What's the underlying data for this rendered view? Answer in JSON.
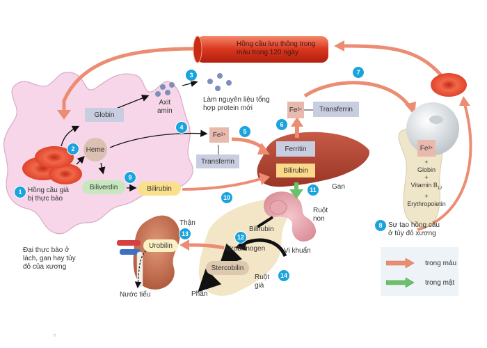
{
  "title": "Chu trình hồng cầu và chuyển hóa hemoglobin",
  "vessel": {
    "label_line1": "Hồng cầu lưu thông trong",
    "label_line2": "máu trong 120 ngày"
  },
  "steps": [
    "1",
    "2",
    "3",
    "4",
    "5",
    "6",
    "7",
    "8",
    "9",
    "10",
    "11",
    "12",
    "13",
    "14"
  ],
  "macrophage": {
    "step1_line1": "Hồng cầu già",
    "step1_line2": "bị thực bào",
    "globin": "Globin",
    "heme": "Heme",
    "biliverdin": "Biliverdin",
    "bilirubin": "Bilirubin",
    "amino_line1": "Axit",
    "amino_line2": "amin",
    "caption_line1": "Đại thực bào ở",
    "caption_line2": "lách, gan hay tủy",
    "caption_line3": "đỏ của xương"
  },
  "protein": {
    "line1": "Làm nguyên liệu tổng",
    "line2": "hợp protein mới"
  },
  "iron": {
    "fe": "Fe",
    "fe_charge": "3+",
    "transferrin": "Transferrin"
  },
  "liver": {
    "label": "Gan",
    "ferritin": "Ferritin",
    "bilirubin": "Bilirubin",
    "fe": "Fe",
    "fe_charge": "3+",
    "transferrin": "Transferrin"
  },
  "bone_marrow": {
    "fe": "Fe",
    "fe_charge": "3+",
    "plus": "+",
    "globin": "Globin",
    "vitamin": "Vitamin B",
    "vitamin_sub": "12",
    "epo": "Erythropoietin",
    "caption_line1": "Sự tạo hồng cầu",
    "caption_line2": "ở tủy đỏ xương"
  },
  "intestine": {
    "small_line1": "Ruột",
    "small_line2": "non",
    "bilirubin": "Bilirubin",
    "urobilinogen": "Urobilinogen",
    "bacteria": "Vi khuẩn",
    "stercobilin": "Stercobilin",
    "large_line1": "Ruột",
    "large_line2": "già",
    "feces": "Phân"
  },
  "kidney": {
    "label": "Thận",
    "urobilin": "Urobilin",
    "urine": "Nước tiểu"
  },
  "legend": {
    "items": [
      {
        "label": "trong máu",
        "color": "#ec8c72"
      },
      {
        "label": "trong mật",
        "color": "#6cc06c"
      }
    ]
  },
  "colors": {
    "blood_arrow": "#ec8c72",
    "bile_arrow": "#6cc06c",
    "step_badge": "#1aa3dd",
    "macrophage": "#f6d6e8",
    "liver": "#b44a3a",
    "rbc": "#e2452a"
  },
  "misc": {
    "small_circle": "○"
  }
}
